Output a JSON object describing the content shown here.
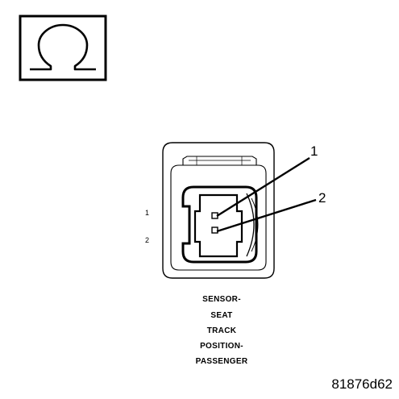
{
  "symbol": {
    "icon": "omega-symbol-icon"
  },
  "connector": {
    "pin_labels": [
      "1",
      "2"
    ],
    "callout_labels": [
      "1",
      "2"
    ]
  },
  "caption_lines": [
    "SENSOR-",
    "SEAT",
    "TRACK",
    "POSITION-",
    "PASSENGER"
  ],
  "figure_id": "81876d62"
}
